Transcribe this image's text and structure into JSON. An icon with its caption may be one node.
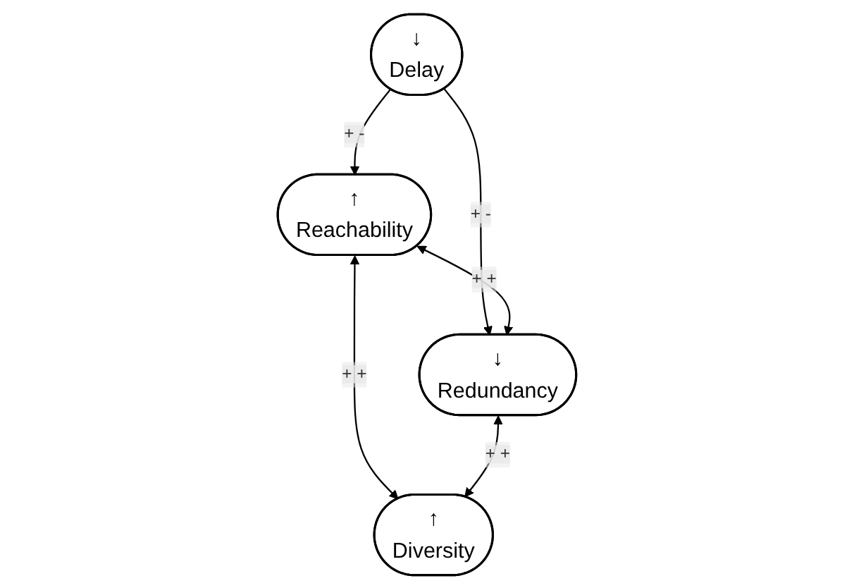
{
  "diagram": {
    "nodes": [
      {
        "text": [
          "↓",
          "Delay"
        ]
      },
      {
        "text": [
          "↑",
          "Reachability"
        ]
      },
      {
        "text": [
          "↓",
          "Redundancy"
        ]
      },
      {
        "text": [
          "↑",
          "Diversity"
        ]
      }
    ],
    "edges": [
      {
        "from": 0,
        "to": 1,
        "arrow": "to",
        "label": "+ -"
      },
      {
        "from": 0,
        "to": 2,
        "arrow": "to",
        "label": "+ -"
      },
      {
        "from": 1,
        "to": 2,
        "arrow": "both",
        "label": "+ +"
      },
      {
        "from": 1,
        "to": 3,
        "arrow": "both",
        "label": "+ +"
      },
      {
        "from": 2,
        "to": 3,
        "arrow": "both",
        "label": "+ +"
      }
    ]
  }
}
